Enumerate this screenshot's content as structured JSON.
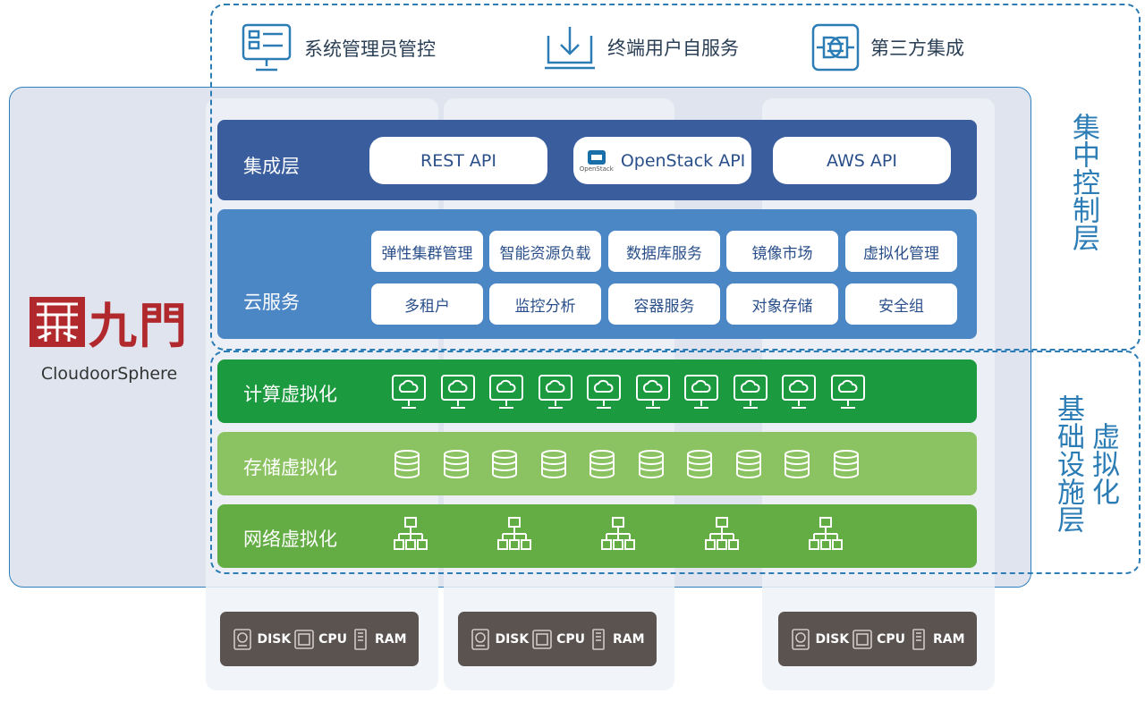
{
  "portals": [
    {
      "label": "系统管理员管控",
      "icon": "admin-console-icon"
    },
    {
      "label": "终端用户自服务",
      "icon": "download-tray-icon"
    },
    {
      "label": "第三方集成",
      "icon": "plug-connector-icon"
    }
  ],
  "brand": {
    "cn": "九門",
    "en": "CloudoorSphere"
  },
  "integration": {
    "label": "集成层",
    "apis": [
      "REST API",
      "OpenStack API",
      "AWS API"
    ],
    "openstack_logo_text": "OpenStack"
  },
  "cloud_services": {
    "label": "云服务",
    "row1": [
      "弹性集群管理",
      "智能资源负载",
      "数据库服务",
      "镜像市场",
      "虚拟化管理"
    ],
    "row2": [
      "多租户",
      "监控分析",
      "容器服务",
      "对象存储",
      "安全组"
    ]
  },
  "virtualization": {
    "compute": {
      "label": "计算虚拟化",
      "count": 10,
      "icon": "cloud-monitor-icon"
    },
    "storage": {
      "label": "存储虚拟化",
      "count": 10,
      "icon": "database-icon"
    },
    "network": {
      "label": "网络虚拟化",
      "count": 5,
      "icon": "network-topology-icon"
    }
  },
  "hardware": [
    {
      "items": [
        "DISK",
        "CPU",
        "RAM"
      ]
    },
    {
      "items": [
        "DISK",
        "CPU",
        "RAM"
      ]
    },
    {
      "items": [
        "DISK",
        "CPU",
        "RAM"
      ]
    }
  ],
  "side_labels": {
    "control": "集中控制层",
    "infra_left": "基础设施层",
    "infra_right": "虚拟化"
  },
  "colors": {
    "dash_blue": "#2c7cb5",
    "integration": "#3a5e9d",
    "cloud": "#4b86c5",
    "compute": "#1c9a3f",
    "storage": "#8cc362",
    "network": "#63ad44",
    "hardware": "#5b5350",
    "brand_red": "#b1282d"
  }
}
